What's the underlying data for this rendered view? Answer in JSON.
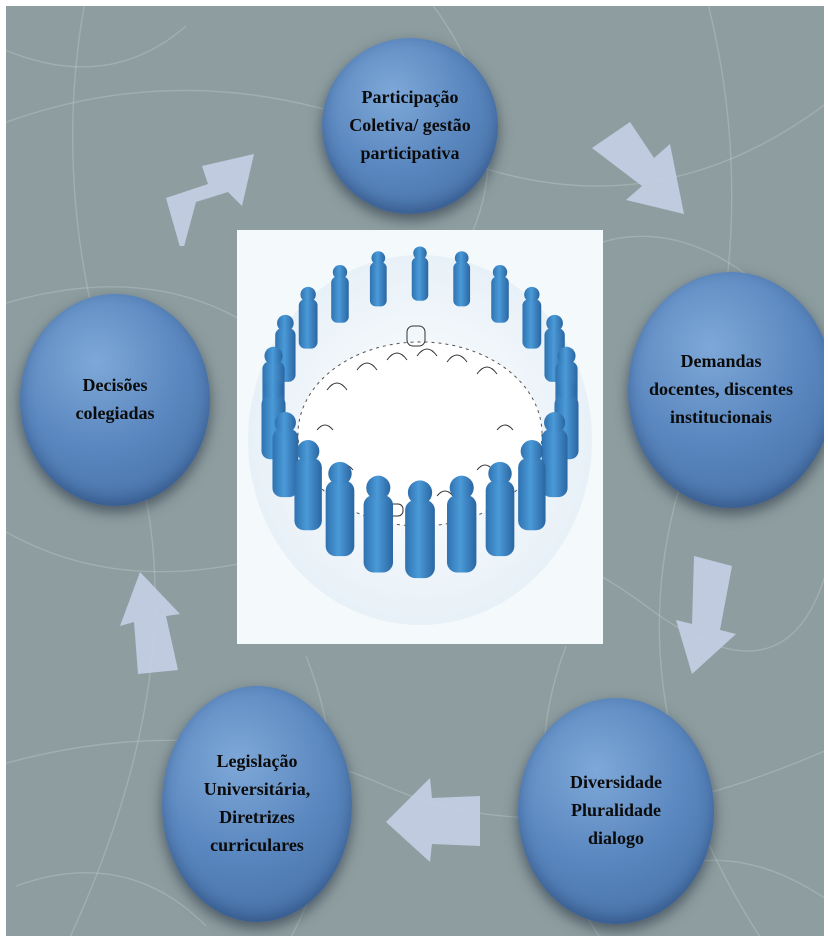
{
  "nodes": {
    "participacao": {
      "lines": [
        "Participação",
        "Coletiva/ gestão",
        "participativa"
      ]
    },
    "demandas": {
      "lines": [
        "Demandas",
        "docentes, discentes",
        "institucionais"
      ]
    },
    "diversidade": {
      "lines": [
        "Diversidade",
        "Pluralidade",
        "dialogo"
      ]
    },
    "legislacao": {
      "lines": [
        "Legislação",
        "Universitária,",
        "Diretrizes",
        "curriculares"
      ]
    },
    "decisoes": {
      "lines": [
        "Decisões",
        "colegiadas"
      ]
    }
  },
  "center_image": {
    "icon": "people-circle-meeting-illustration"
  },
  "colors": {
    "background": "#8e9ea0",
    "node_fill": "#5b88c0",
    "arrow_fill": "#c9d2ea",
    "figure_fill": "#3f86c4"
  }
}
